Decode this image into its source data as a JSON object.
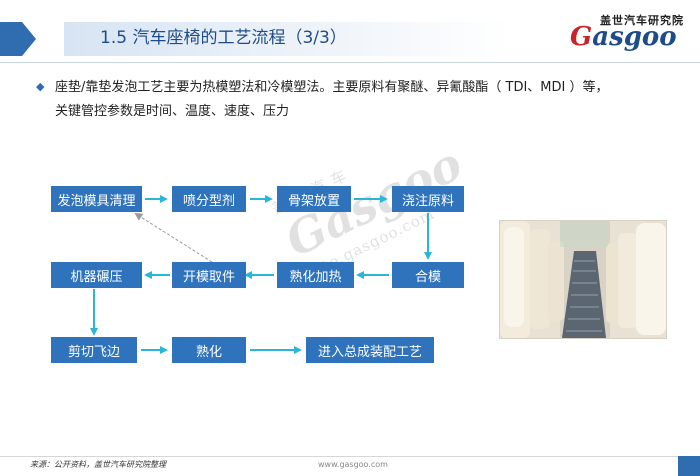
{
  "header": {
    "title": "1.5 汽车座椅的工艺流程（3/3）",
    "logo_cn": "盖世汽车研究院",
    "logo_en": "asgoo",
    "logo_g": "G"
  },
  "body": {
    "line1": "座垫/靠垫发泡工艺主要为热模塑法和冷模塑法。主要原料有聚醚、异氰酸酯（  TDI、MDI ）等，",
    "line2": "关键管控参数是时间、温度、速度、压力"
  },
  "flow": {
    "steps": [
      "发泡模具清理",
      "喷分型剂",
      "骨架放置",
      "浇注原料",
      "合模",
      "熟化加热",
      "开模取件",
      "机器碾压",
      "剪切飞边",
      "熟化",
      "进入总成装配工艺"
    ]
  },
  "watermark": {
    "cn": "盖 世 汽 车",
    "brand": "Gasgoo",
    "url": "auto.gasgoo.com"
  },
  "footer": {
    "source": "来源：公开资料，盖世汽车研究院整理",
    "url": "www.gasgoo.com"
  },
  "colors": {
    "accent": "#2f6db0",
    "box": "#2f73bd",
    "arrow": "#2bb6d8",
    "logo_red": "#c8232b"
  }
}
